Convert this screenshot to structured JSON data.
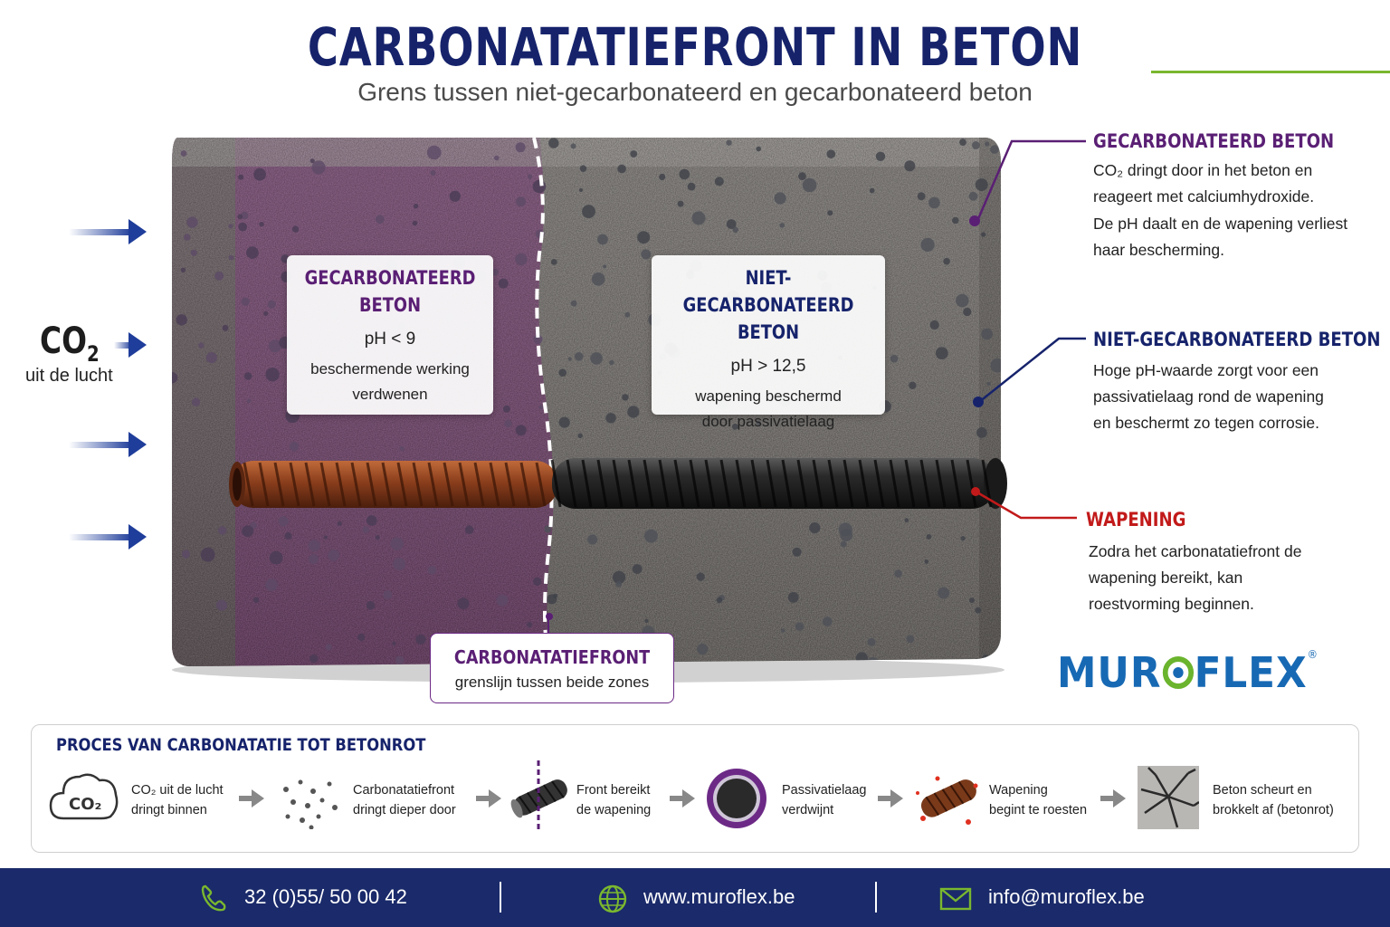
{
  "header": {
    "title": "CARBONATATIEFRONT IN BETON",
    "subtitle": "Grens tussen niet-gecarbonateerd en gecarbonateerd beton"
  },
  "source": {
    "co2_label": "CO",
    "co2_sub": "2",
    "co2_caption": "uit de lucht"
  },
  "zones": {
    "carbonated": {
      "title_line1": "GECARBONATEERD",
      "title_line2": "BETON",
      "ph": "pH < 9",
      "desc_line1": "beschermende werking",
      "desc_line2": "verdwenen"
    },
    "non_carbonated": {
      "title_line1": "NIET-GECARBONATEERD",
      "title_line2": "BETON",
      "ph": "pH > 12,5",
      "desc_line1": "wapening beschermd",
      "desc_line2": "door passivatielaag"
    },
    "front": {
      "title": "CARBONATATIEFRONT",
      "desc": "grenslijn tussen beide zones"
    }
  },
  "annotations": {
    "carbonated": {
      "title": "GECARBONATEERD BETON",
      "text1": "CO₂ dringt door in het beton en reageert met calciumhydroxide.",
      "text2": "De pH daalt en de wapening verliest haar bescherming."
    },
    "non_carbonated": {
      "title": "NIET-GECARBONATEERD BETON",
      "text": "Hoge pH-waarde zorgt voor een passivatielaag rond de wapening en beschermt zo tegen corrosie."
    },
    "rebar": {
      "title": "WAPENING",
      "text": "Zodra het carbonatatiefront de wapening bereikt, kan roestvorming beginnen."
    }
  },
  "logo": {
    "text_before": "MUR",
    "text_after": "FLEX",
    "reg": "®"
  },
  "process": {
    "title": "PROCES VAN CARBONATATIE TOT BETONROT",
    "cloud_label": "CO₂",
    "steps": [
      {
        "line1": "CO₂ uit de lucht",
        "line2": "dringt binnen",
        "icon": "cloud-icon"
      },
      {
        "line1": "Carbonatatiefront",
        "line2": "dringt dieper door",
        "icon": "particles-icon"
      },
      {
        "line1": "Front bereikt",
        "line2": "de wapening",
        "icon": "rebar-front-icon"
      },
      {
        "line1": "Passivatielaag",
        "line2": "verdwijnt",
        "icon": "rebar-cross-section-icon"
      },
      {
        "line1": "Wapening",
        "line2": "begint te roesten",
        "icon": "rusty-rebar-icon"
      },
      {
        "line1": "Beton scheurt en",
        "line2": "brokkelt af (betonrot)",
        "icon": "cracked-concrete-icon"
      }
    ]
  },
  "footer": {
    "phone": "32 (0)55/ 50 00 42",
    "website": "www.muroflex.be",
    "email": "info@muroflex.be"
  },
  "colors": {
    "navy": "#16236b",
    "purple": "#5a1f74",
    "red": "#c21a1a",
    "green": "#7ab72f",
    "logo_blue": "#1769b4"
  }
}
